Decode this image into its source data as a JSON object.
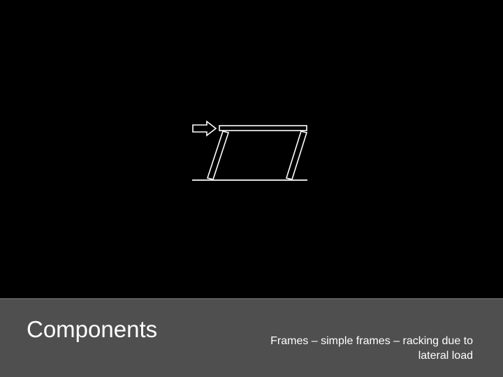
{
  "slide": {
    "title": "Components",
    "caption_line_1": "Frames – simple frames – racking due to",
    "caption_line_2": "lateral load"
  },
  "colors": {
    "background": "#000000",
    "caption_bar": "#4f4f4f",
    "text": "#ffffff",
    "drawing": "#ffffff"
  }
}
